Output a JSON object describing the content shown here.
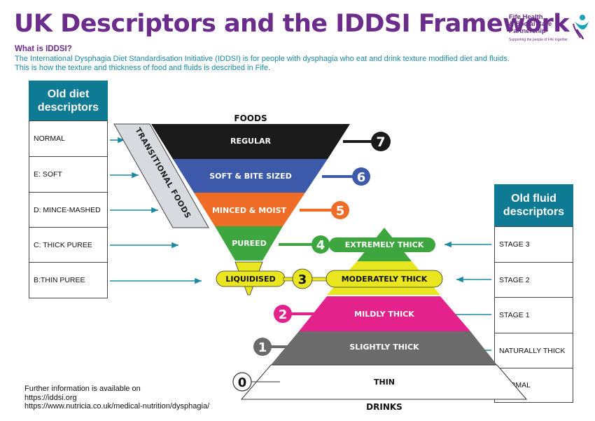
{
  "header": {
    "title": "UK Descriptors and the IDDSI Framework",
    "question": "What is IDDSI?",
    "line1": "The International Dysphagia Diet Standardisation Initiative (IDDSI) is for people with dysphagia who eat and drink texture modified diet and fluids.",
    "line2": "This is how the texture and thickness of food and fluids is described in Fife."
  },
  "logo": {
    "line1": "Fife Health",
    "line2": "& Social Care",
    "line3": "Partnership",
    "tagline": "Supporting the people of Fife together"
  },
  "old_diet": {
    "heading": "Old diet descriptors",
    "items": [
      "NORMAL",
      "E: SOFT",
      "D: MINCE-MASHED",
      "C: THICK PUREE",
      "B:THIN PUREE"
    ]
  },
  "old_fluid": {
    "heading": "Old fluid descriptors",
    "items": [
      "STAGE 3",
      "STAGE 2",
      "STAGE 1",
      "NATURALLY THICK",
      "NORMAL"
    ]
  },
  "diagram": {
    "foods_label": "FOODS",
    "drinks_label": "DRINKS",
    "transitional": "TRANSITIONAL FOODS",
    "levels": {
      "l7": {
        "num": "7",
        "label": "REGULAR"
      },
      "l6": {
        "num": "6",
        "label": "SOFT & BITE SIZED"
      },
      "l5": {
        "num": "5",
        "label": "MINCED & MOIST"
      },
      "l4": {
        "num": "4",
        "food": "PUREED",
        "drink": "EXTREMELY THICK"
      },
      "l3": {
        "num": "3",
        "food": "LIQUIDISED",
        "drink": "MODERATELY THICK"
      },
      "l2": {
        "num": "2",
        "label": "MILDLY THICK"
      },
      "l1": {
        "num": "1",
        "label": "SLIGHTLY THICK"
      },
      "l0": {
        "num": "0",
        "label": "THIN"
      }
    },
    "colors": {
      "regular": "#1a1a1a",
      "soft": "#3d59aa",
      "minced": "#ef6c27",
      "pureed": "#3da63e",
      "liquidised": "#e9e51e",
      "mildly": "#e3228b",
      "slightly": "#6b6b6b",
      "thin": "#ffffff"
    }
  },
  "footer": {
    "line1": "Further information is available on",
    "line2": "https://iddsi.org",
    "line3": "https://www.nutricia.co.uk/medical-nutrition/dysphagia/"
  }
}
